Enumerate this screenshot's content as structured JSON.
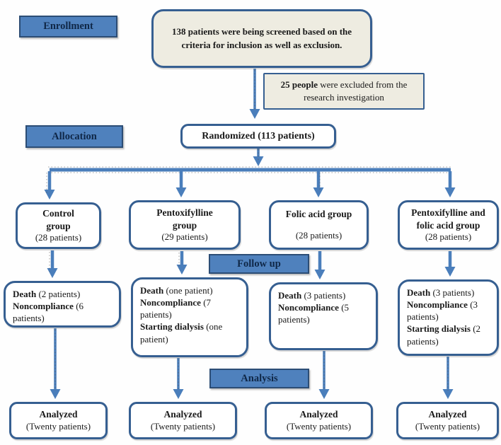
{
  "colors": {
    "label_fill": "#4f81bd",
    "label_border": "#2c4d75",
    "box_border": "#365f91",
    "screening_fill": "#eeece1",
    "arrow_blue": "#4a7ebb",
    "text_dark": "#1a1a1a"
  },
  "labels": {
    "enrollment": "Enrollment",
    "allocation": "Allocation",
    "follow_up": "Follow up",
    "analysis": "Analysis"
  },
  "screening": {
    "text": "138 patients were being screened based on the criteria for inclusion as well as exclusion."
  },
  "excluded": {
    "bold": "25 people",
    "rest": " were excluded from the research investigation"
  },
  "randomized": {
    "text": "Randomized (113 patients)"
  },
  "groups": [
    {
      "title": "Control group",
      "count": "(28 patients)"
    },
    {
      "title": "Pentoxifylline group",
      "count": "(29 patients)"
    },
    {
      "title": "Folic acid group",
      "count": "(28 patients)"
    },
    {
      "title": "Pentoxifylline and folic acid group",
      "count": "(28 patients)"
    }
  ],
  "followups": [
    {
      "lines": [
        {
          "b": "Death",
          "r": " (2 patients)"
        },
        {
          "b": "Noncompliance",
          "r": " (6 patients)"
        }
      ]
    },
    {
      "lines": [
        {
          "b": "Death",
          "r": " (one patient)"
        },
        {
          "b": "Noncompliance",
          "r": " (7 patients)"
        },
        {
          "b": "Starting dialysis",
          "r": " (one patient)"
        }
      ]
    },
    {
      "lines": [
        {
          "b": "Death",
          "r": " (3 patients)"
        },
        {
          "b": "Noncompliance",
          "r": " (5 patients)"
        }
      ]
    },
    {
      "lines": [
        {
          "b": "Death",
          "r": " (3 patients)"
        },
        {
          "b": "Noncompliance",
          "r": " (3 patients)"
        },
        {
          "b": "Starting dialysis",
          "r": " (2 patients)"
        }
      ]
    }
  ],
  "analyzed": [
    {
      "title": "Analyzed",
      "count": "(Twenty patients)"
    },
    {
      "title": "Analyzed",
      "count": "(Twenty patients)"
    },
    {
      "title": "Analyzed",
      "count": "(Twenty patients)"
    },
    {
      "title": "Analyzed",
      "count": "(Twenty patients)"
    }
  ]
}
